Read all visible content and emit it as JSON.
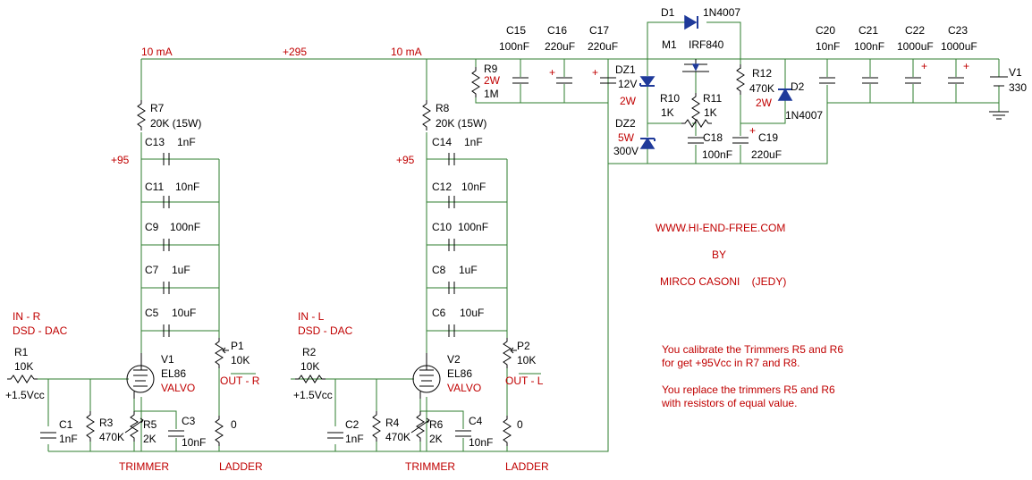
{
  "nets": {
    "rail_left_current": "10 mA",
    "rail_voltage": "+295",
    "rail_right_current": "10 mA",
    "v95_left": "+95",
    "v95_right": "+95"
  },
  "left_channel": {
    "r7_name": "R7",
    "r7_val": "20K (15W)",
    "c13": "C13",
    "c13_val": "1nF",
    "c11": "C11",
    "c11_val": "10nF",
    "c9": "C9",
    "c9_val": "100nF",
    "c7": "C7",
    "c7_val": "1uF",
    "c5": "C5",
    "c5_val": "10uF",
    "in_label": "IN - R",
    "in_sub": "DSD - DAC",
    "r1": "R1",
    "r1_val": "10K",
    "bias": "+1.5Vcc",
    "v1": "V1",
    "tube": "EL86",
    "brand": "VALVO",
    "p1": "P1",
    "p1_val": "10K",
    "out": "OUT - R",
    "zero": "0",
    "c1": "C1",
    "c1_val": "1nF",
    "r3": "R3",
    "r3_val": "470K",
    "r5": "R5",
    "r5_val": "2K",
    "c3": "C3",
    "c3_val": "10nF",
    "trimmer": "TRIMMER",
    "ladder": "LADDER"
  },
  "right_channel": {
    "r8_name": "R8",
    "r8_val": "20K (15W)",
    "c14": "C14",
    "c14_val": "1nF",
    "c12": "C12",
    "c12_val": "10nF",
    "c10": "C10",
    "c10_val": "100nF",
    "c8": "C8",
    "c8_val": "1uF",
    "c6": "C6",
    "c6_val": "10uF",
    "in_label": "IN - L",
    "in_sub": "DSD - DAC",
    "r2": "R2",
    "r2_val": "10K",
    "bias": "+1.5Vcc",
    "v2": "V2",
    "tube": "EL86",
    "brand": "VALVO",
    "p2": "P2",
    "p2_val": "10K",
    "out": "OUT - L",
    "zero": "0",
    "c2": "C2",
    "c2_val": "1nF",
    "r4": "R4",
    "r4_val": "470K",
    "r6": "R6",
    "r6_val": "2K",
    "c4": "C4",
    "c4_val": "10nF",
    "trimmer": "TRIMMER",
    "ladder": "LADDER"
  },
  "psu": {
    "r9": "R9",
    "r9_w": "2W",
    "r9_val": "1M",
    "c15": "C15",
    "c15_val": "100nF",
    "c16": "C16",
    "c16_val": "220uF",
    "c17": "C17",
    "c17_val": "220uF",
    "d1": "D1",
    "d1_val": "1N4007",
    "m1": "M1",
    "m1_val": "IRF840",
    "dz1": "DZ1",
    "dz1_v": "12V",
    "dz1_w": "2W",
    "dz2": "DZ2",
    "dz2_w": "5W",
    "dz2_v": "300V",
    "r10": "R10",
    "r10_val": "1K",
    "r11": "R11",
    "r11_val": "1K",
    "r12": "R12",
    "r12_val": "470K",
    "r12_w": "2W",
    "c18": "C18",
    "c18_val": "100nF",
    "c19": "C19",
    "c19_val": "220uF",
    "d2": "D2",
    "d2_val": "1N4007",
    "c20": "C20",
    "c20_val": "10nF",
    "c21": "C21",
    "c21_val": "100nF",
    "c22": "C22",
    "c22_val": "1000uF",
    "c23": "C23",
    "c23_val": "1000uF",
    "v1": "V1",
    "v1_val": "330",
    "plus": "+"
  },
  "notes": {
    "site": "WWW.HI-END-FREE.COM",
    "by": "BY",
    "author": "MIRCO CASONI    (JEDY)",
    "cal1": "You calibrate the Trimmers R5 and R6",
    "cal2": "for get  +95Vcc in R7 and R8.",
    "rep1": "You replace the trimmers R5 and R6",
    "rep2": "with resistors of equal value."
  },
  "colors": {
    "wire": "#2e7d2e",
    "component": "#000000",
    "label_red": "#c00000",
    "diode": "#1f3a9a"
  }
}
